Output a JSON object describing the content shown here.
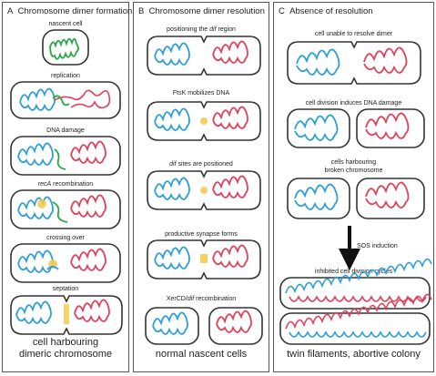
{
  "panels": [
    {
      "id": "A",
      "letter": "A",
      "title": "Chromosome dimer formation",
      "steps": [
        {
          "pre": "",
          "em": "",
          "post": "nascent cell"
        },
        {
          "pre": "",
          "em": "",
          "post": "replication"
        },
        {
          "pre": "",
          "em": "",
          "post": "DNA damage"
        },
        {
          "pre": "",
          "em": "recA",
          "post": " recombination"
        },
        {
          "pre": "",
          "em": "",
          "post": "crossing over"
        },
        {
          "pre": "",
          "em": "",
          "post": "septation"
        }
      ],
      "footer": [
        "cell harbouring",
        "dimeric chromosome"
      ]
    },
    {
      "id": "B",
      "letter": "B",
      "title": "Chromosome dimer resolution",
      "steps": [
        {
          "pre": "positioning the ",
          "em": "dif",
          "post": " region"
        },
        {
          "pre": "",
          "em": "",
          "post": "FtsK mobilizes DNA"
        },
        {
          "pre": "",
          "em": "dif",
          "post": " sites are positioned"
        },
        {
          "pre": "",
          "em": "",
          "post": "productive synapse forms"
        },
        {
          "pre": "XerCD/",
          "em": "dif",
          "post": " recombination"
        }
      ],
      "footer": [
        "normal nascent cells"
      ]
    },
    {
      "id": "C",
      "letter": "C",
      "title": "Absence of resolution",
      "steps": [
        {
          "pre": "",
          "em": "",
          "post": "cell unable to resolve dimer"
        },
        {
          "pre": "",
          "em": "",
          "post": "cell division induces DNA damage"
        },
        {
          "pre": "",
          "em": "",
          "post": "cells harbouring"
        },
        {
          "pre": "",
          "em": "",
          "post": "broken chromosome"
        },
        {
          "pre": "",
          "em": "",
          "post": "SOS induction"
        },
        {
          "pre": "",
          "em": "",
          "post": "inhibited cell division cycles"
        }
      ],
      "footer": [
        "twin filaments, abortive colony"
      ]
    }
  ],
  "colors": {
    "blue_strand": "#2b9fd6",
    "red_strand": "#e0405a",
    "green_strand": "#27a845",
    "yellow_highlight": "#f5c84a",
    "cell_outline": "#333333"
  }
}
